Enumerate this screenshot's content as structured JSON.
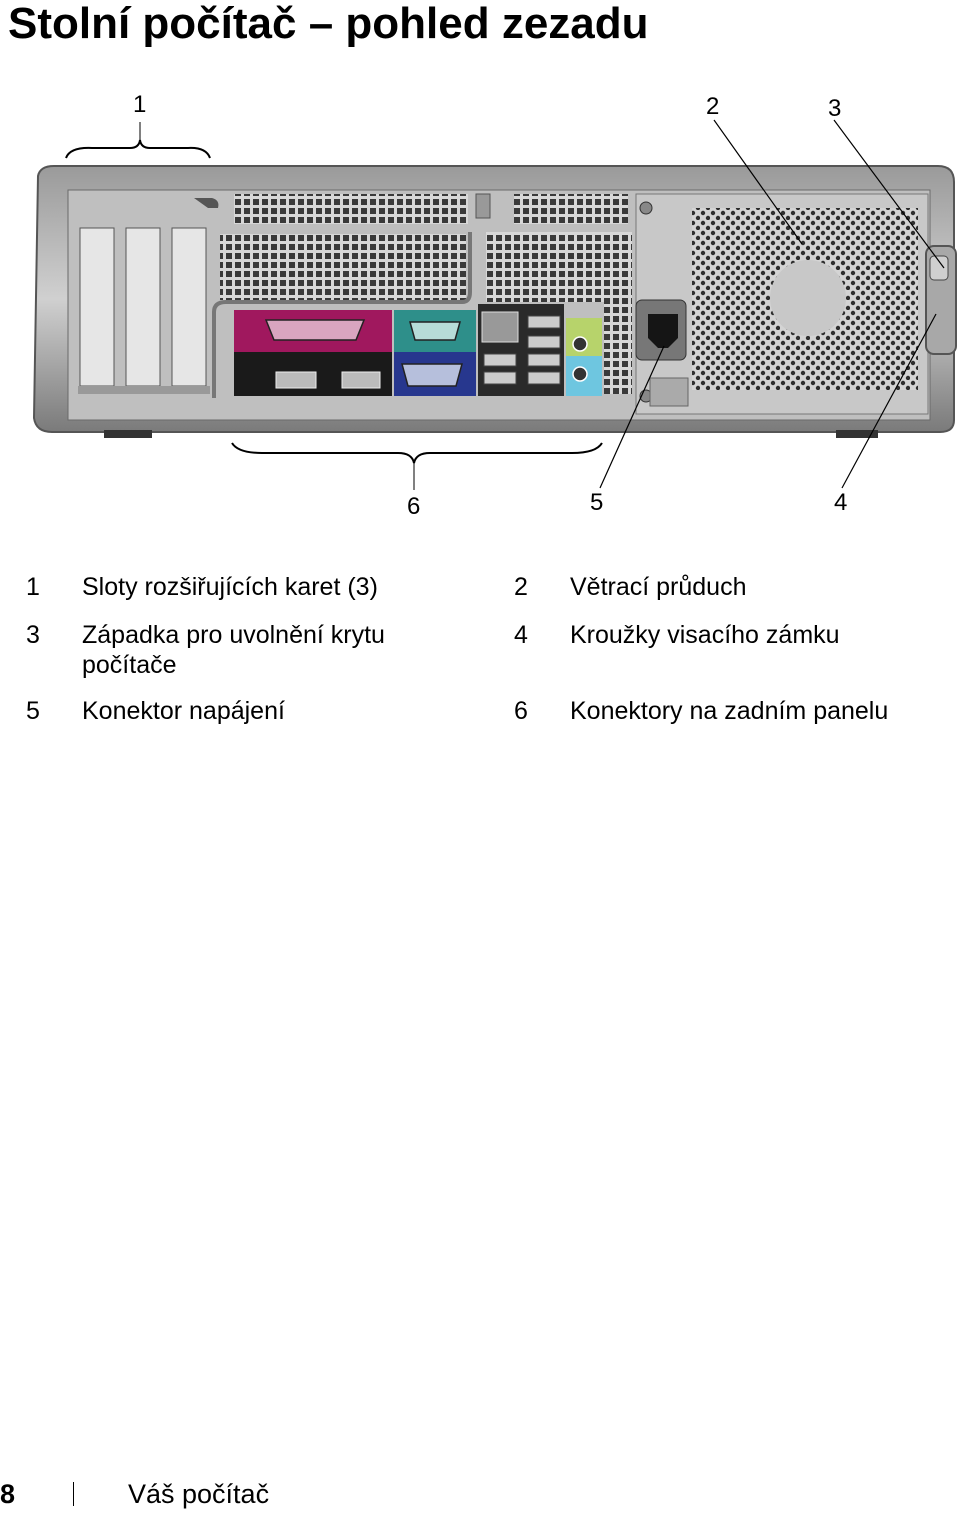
{
  "page_title": "Stolní počítač – pohled zezadu",
  "callouts": [
    "1",
    "2",
    "3",
    "4",
    "5",
    "6"
  ],
  "legend": [
    {
      "num": "1",
      "text": "Sloty rozšiřujících karet (3)"
    },
    {
      "num": "2",
      "text": "Větrací průduch"
    },
    {
      "num": "3",
      "text": "Západka pro uvolnění krytu počítače"
    },
    {
      "num": "4",
      "text": "Kroužky visacího zámku"
    },
    {
      "num": "5",
      "text": "Konektor napájení"
    },
    {
      "num": "6",
      "text": "Konektory na zadním panelu"
    }
  ],
  "footer": {
    "page_number": "8",
    "section": "Váš počítač"
  },
  "colors": {
    "parallel_port": "#a0185e",
    "serial_port": "#2e8f8a",
    "vga_port": "#27378e",
    "audio_out": "#b7d36b",
    "audio_in": "#6ec6e0"
  }
}
